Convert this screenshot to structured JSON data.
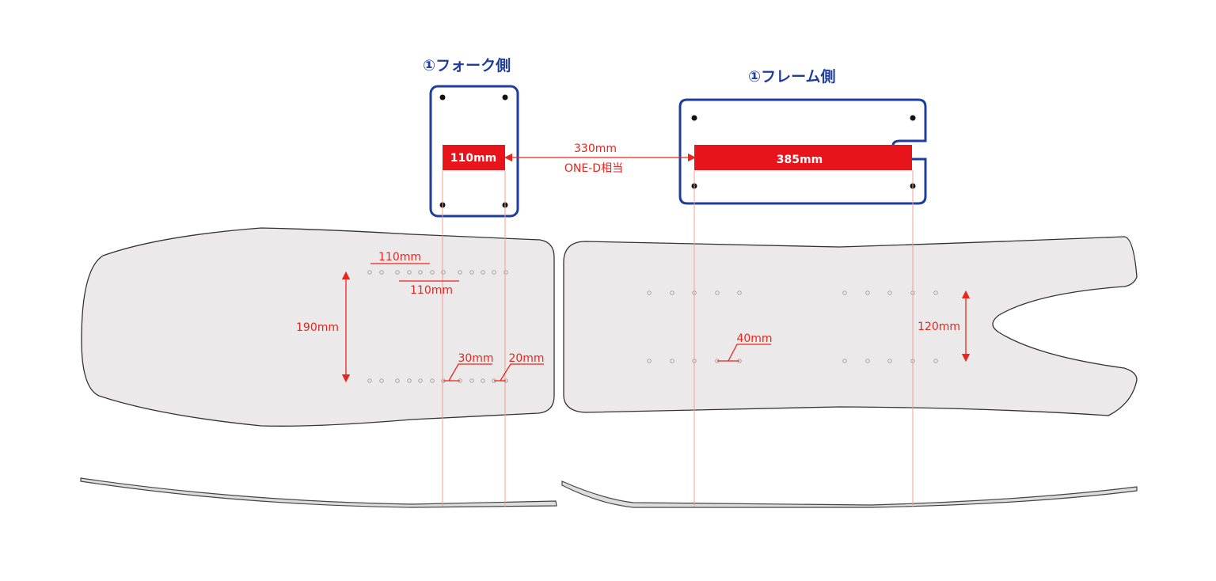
{
  "fork_side": {
    "title": "①フォーク側",
    "bar_label": "110mm"
  },
  "frame_side": {
    "title": "①フレーム側",
    "bar_label": "385mm"
  },
  "span": {
    "distance": "330mm",
    "note": "ONE-D相当"
  },
  "front_deck": {
    "dim_top": "110mm",
    "dim_offset": "110mm",
    "dim_width": "190mm",
    "dim_30": "30mm",
    "dim_20": "20mm"
  },
  "rear_deck": {
    "dim_spacing": "40mm",
    "dim_width": "120mm"
  },
  "colors": {
    "accent_blue": "#1f3d9c",
    "accent_red": "#e8141c",
    "deck_fill": "#ebe9e9"
  }
}
